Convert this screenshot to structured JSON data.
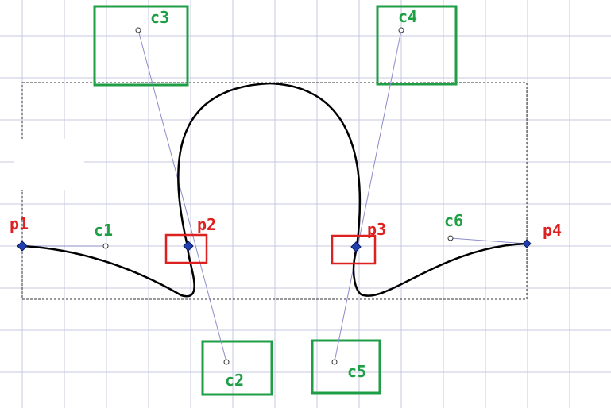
{
  "colors": {
    "grid": "#c9c9e3",
    "curve": "#000000",
    "handle_line": "#8c8ccc",
    "anchor_node": "#2040b0",
    "endpoint_box": "#dd2020",
    "control_box": "#1e9e45",
    "bbox_dash": "#333333"
  },
  "points": {
    "p1": {
      "label": "p1"
    },
    "p2": {
      "label": "p2"
    },
    "p3": {
      "label": "p3"
    },
    "p4": {
      "label": "p4"
    }
  },
  "controls": {
    "c1": {
      "label": "c1"
    },
    "c2": {
      "label": "c2"
    },
    "c3": {
      "label": "c3"
    },
    "c4": {
      "label": "c4"
    },
    "c5": {
      "label": "c5"
    },
    "c6": {
      "label": "c6"
    }
  }
}
